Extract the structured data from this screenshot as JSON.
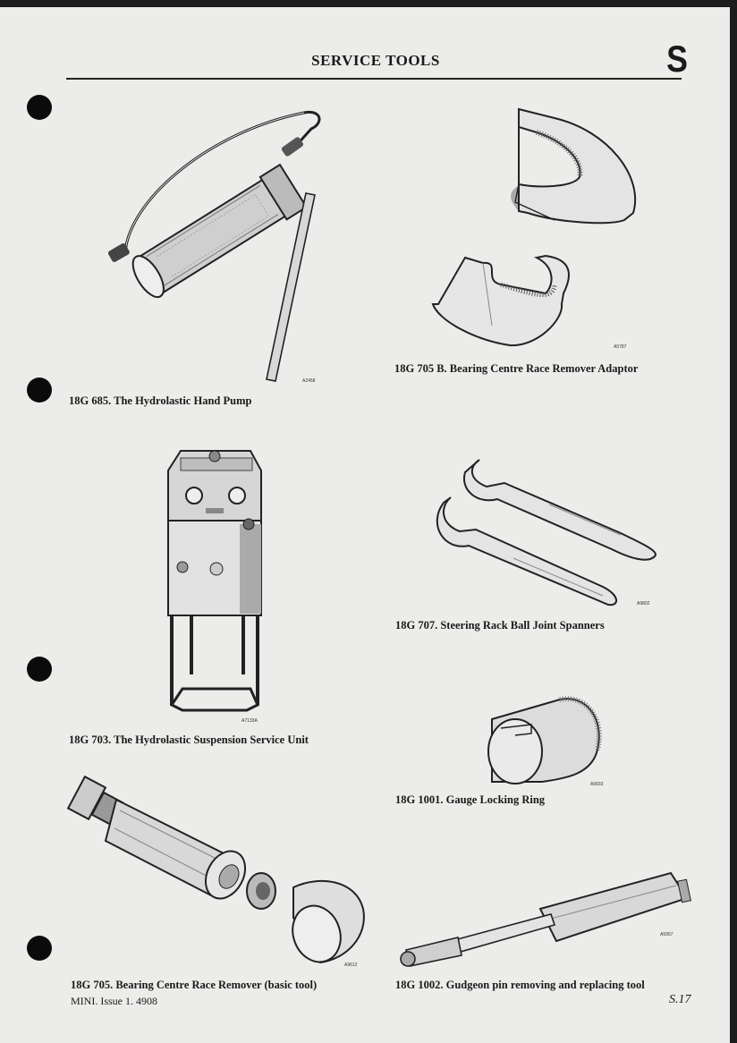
{
  "header": {
    "title": "SERVICE TOOLS",
    "section_letter": "S"
  },
  "tools": [
    {
      "caption": "18G 685. The Hydrolastic Hand Pump",
      "ref": "A2458"
    },
    {
      "caption": "18G 705 B. Bearing Centre Race Remover Adaptor",
      "ref": "A5787"
    },
    {
      "caption": "18G 703. The Hydrolastic Suspension Service Unit",
      "ref": "A7133A"
    },
    {
      "caption": "18G 707. Steering Rack Ball Joint Spanners",
      "ref": "A9802"
    },
    {
      "caption": "18G 1001. Gauge Locking Ring",
      "ref": "A9933"
    },
    {
      "caption": "18G 705. Bearing Centre Race Remover (basic tool)",
      "ref": "A9612"
    },
    {
      "caption": "18G 1002. Gudgeon pin removing and replacing tool",
      "ref": "A5957"
    }
  ],
  "footer": {
    "left": "MINI.  Issue 1.  4908",
    "page": "S.17"
  }
}
